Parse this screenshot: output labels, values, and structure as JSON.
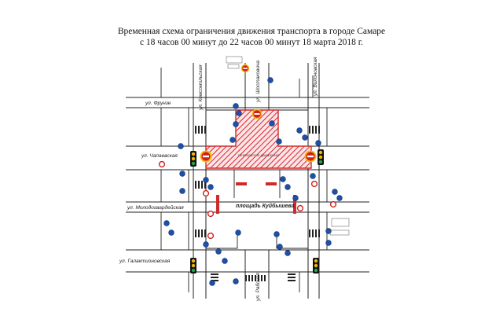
{
  "header": {
    "line1": "Временная схема ограничения движения транспорта в городе Самаре",
    "line2": "с 18 часов 00 минут до 22 часов 00 минут 18 марта 2018 г."
  },
  "streets": {
    "frunze": "ул. Фрунзе",
    "chapaevskaya": "ул. Чапаевская",
    "molodogvardeyskaya": "ул. Молодогвардейская",
    "galaktionovskaya": "ул. Галактионовская",
    "komsomolskaya": "ул. Комсомольская",
    "shostakovicha": "ул. Шостаковича",
    "vilonovskaya": "ул. Вилоновская",
    "rabochaya": "ул. Рабочая"
  },
  "square": "площадь Куйбышева",
  "closed_label": "ПЕРЕКРЫТИЕ ДВИЖЕНИЯ",
  "colors": {
    "closure": "#cf2a2a",
    "sign_blue": "#1f4fa8",
    "sign_red": "#d11f1f",
    "signal_body": "#111111",
    "green_light": "#21a64a",
    "amber_light": "#f2b705"
  }
}
